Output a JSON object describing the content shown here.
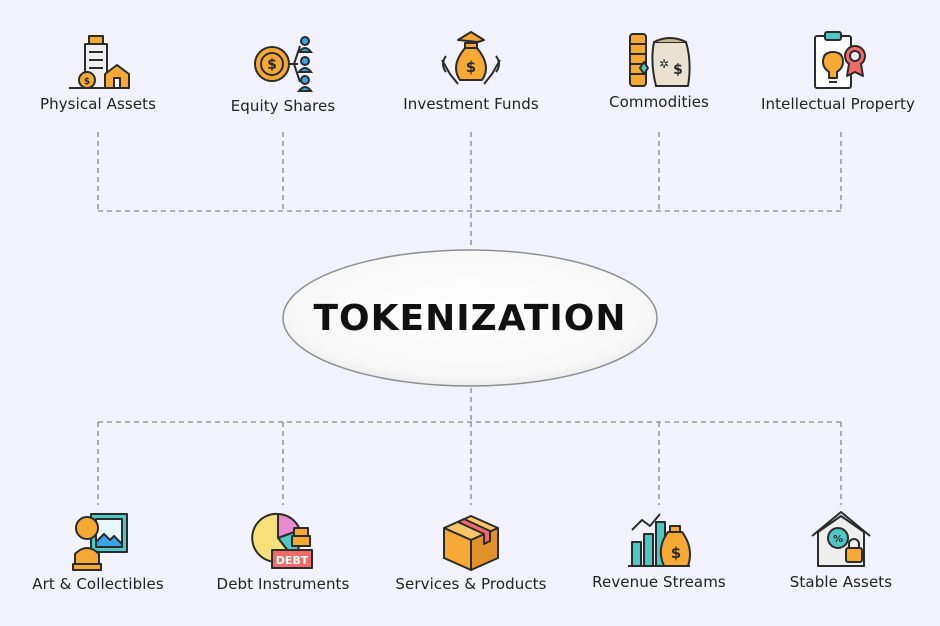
{
  "center": {
    "title": "TOKENIZATION"
  },
  "top_items": [
    {
      "label": "Physical Assets",
      "icon": "building-house-icon"
    },
    {
      "label": "Equity Shares",
      "icon": "coin-network-icon"
    },
    {
      "label": "Investment Funds",
      "icon": "money-bag-hands-icon"
    },
    {
      "label": "Commodities",
      "icon": "coins-sack-icon"
    },
    {
      "label": "Intellectual Property",
      "icon": "certificate-bulb-icon"
    }
  ],
  "bottom_items": [
    {
      "label": "Art & Collectibles",
      "icon": "bust-painting-icon"
    },
    {
      "label": "Debt Instruments",
      "icon": "pie-debt-icon"
    },
    {
      "label": "Services & Products",
      "icon": "box-icon"
    },
    {
      "label": "Revenue Streams",
      "icon": "chart-moneybag-icon"
    },
    {
      "label": "Stable Assets",
      "icon": "house-lock-icon"
    }
  ],
  "colors": {
    "background": "#f1f2fb",
    "connector": "#9a9a9a",
    "icon_orange": "#f6a935",
    "icon_teal": "#4fc7c4",
    "icon_blue": "#3aa5e6",
    "icon_outline": "#2b2b2b"
  }
}
